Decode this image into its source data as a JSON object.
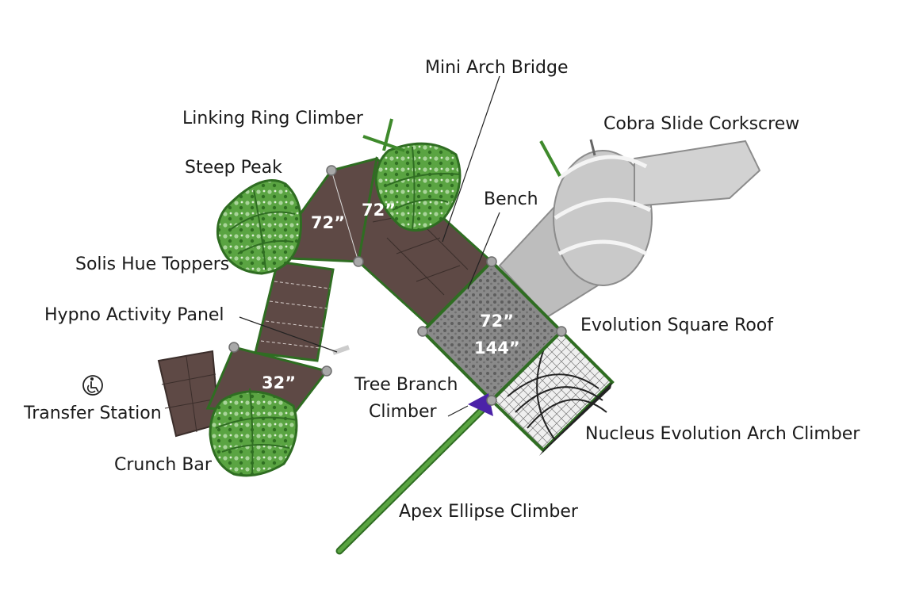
{
  "labels": {
    "mini_arch_bridge": "Mini Arch Bridge",
    "linking_ring_climber": "Linking Ring Climber",
    "cobra_slide_corkscrew": "Cobra Slide Corkscrew",
    "steep_peak": "Steep Peak",
    "bench": "Bench",
    "solis_hue_toppers": "Solis Hue Toppers",
    "hypno_activity_panel": "Hypno Activity Panel",
    "evolution_square_roof": "Evolution Square Roof",
    "tree_branch_climber_1": "Tree Branch",
    "tree_branch_climber_2": "Climber",
    "transfer_station": "Transfer Station",
    "nucleus_evolution_arch_climber": "Nucleus Evolution Arch Climber",
    "crunch_bar": "Crunch Bar",
    "apex_ellipse_climber": "Apex Ellipse Climber"
  },
  "deck_heights": {
    "left_upper_deck": "72”",
    "middle_upper_deck": "72”",
    "roof_deck_a": "72”",
    "roof_deck_b": "144”",
    "lower_deck": "32”"
  },
  "colors": {
    "deck": "#5e4945",
    "frame_green": "#3f8a2c",
    "topper_green": "#5aa442",
    "slide_gray": "#c4c4c4",
    "roof_gray": "#8a8a8a",
    "accent_purple": "#4b22a8"
  },
  "icons": {
    "accessibility": "wheelchair-icon"
  }
}
